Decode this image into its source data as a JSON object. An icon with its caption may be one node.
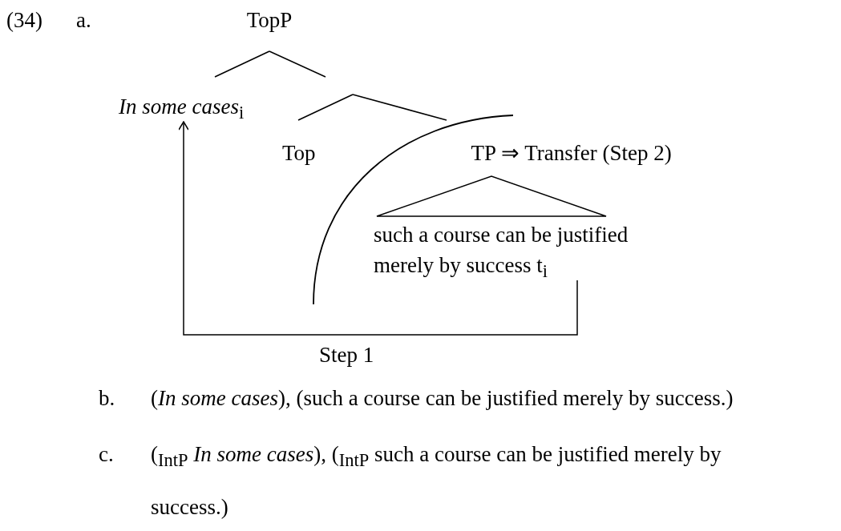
{
  "diagram": {
    "nodes": [
      {
        "text": [
          "TopP"
        ]
      },
      {
        "text": [
          "*In some cases*$_{i}$"
        ]
      },
      {
        "text": [
          "Top"
        ]
      },
      {
        "text": [
          "TP"
        ],
        "beside": [
          "⇒ Transfer (Step 2)"
        ]
      },
      {
        "text": [
          "such a course can be justified merely by success t$_{i}$"
        ]
      }
    ],
    "edges": [
      {
        "from": 0,
        "to": 1,
        "arrow": "none"
      },
      {
        "from": 0,
        "to": null,
        "arrow": "none"
      },
      {
        "from": null,
        "to": 2,
        "arrow": "none"
      },
      {
        "from": null,
        "to": 3,
        "arrow": "none"
      },
      {
        "from": 4,
        "to": 1,
        "arrow": "to",
        "label": "Step 1"
      }
    ],
    "labels": [
      "(34)",
      "a.",
      "b.",
      "(*In some cases*), (such a course can be justified merely by success.)",
      "c.",
      "($_{IntP}$ *In some cases*), ($_{IntP}$ such a course can be justified merely by success.)"
    ]
  }
}
